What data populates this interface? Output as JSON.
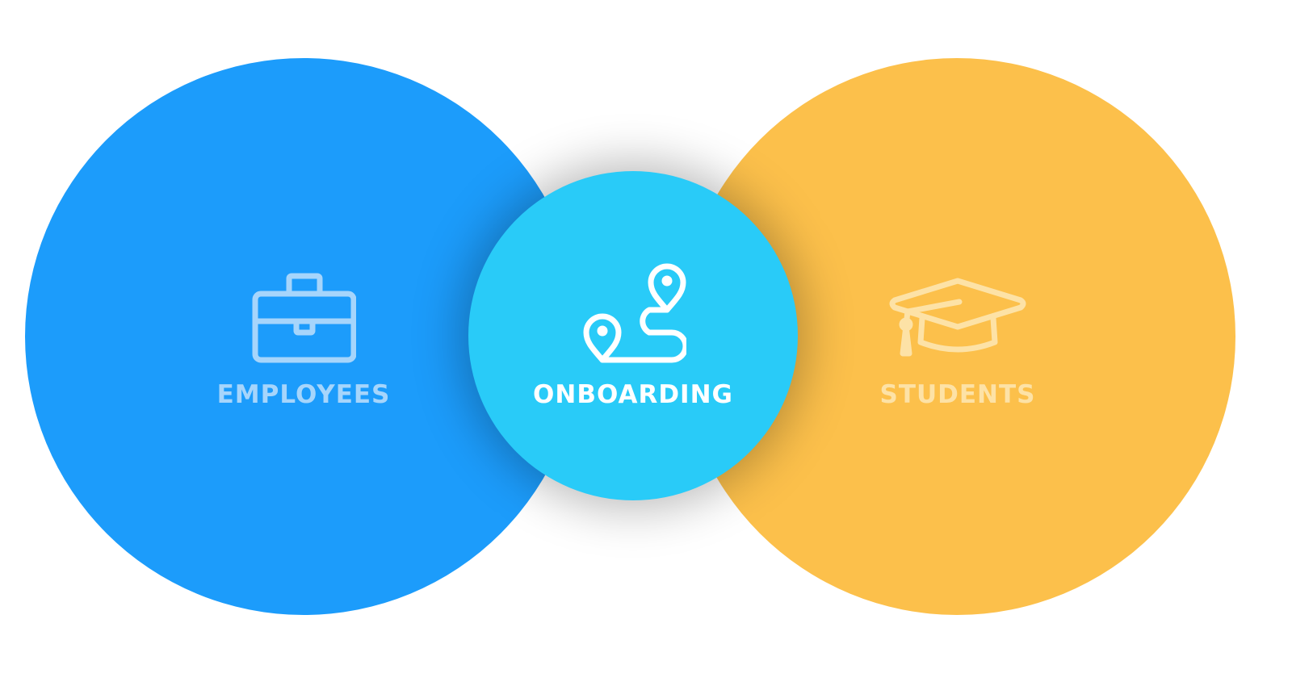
{
  "nodes": {
    "employees": {
      "label": "EMPLOYEES",
      "icon": "briefcase-icon",
      "circle_color": "#1C9CFB",
      "content_color": "#A6D5FB"
    },
    "onboarding": {
      "label": "ONBOARDING",
      "icon": "route-map-pins-icon",
      "circle_color": "#29CBF8",
      "content_color": "#FFFFFF"
    },
    "students": {
      "label": "STUDENTS",
      "icon": "graduation-cap-icon",
      "circle_color": "#FCC04B",
      "content_color": "#FDE2A6"
    }
  }
}
